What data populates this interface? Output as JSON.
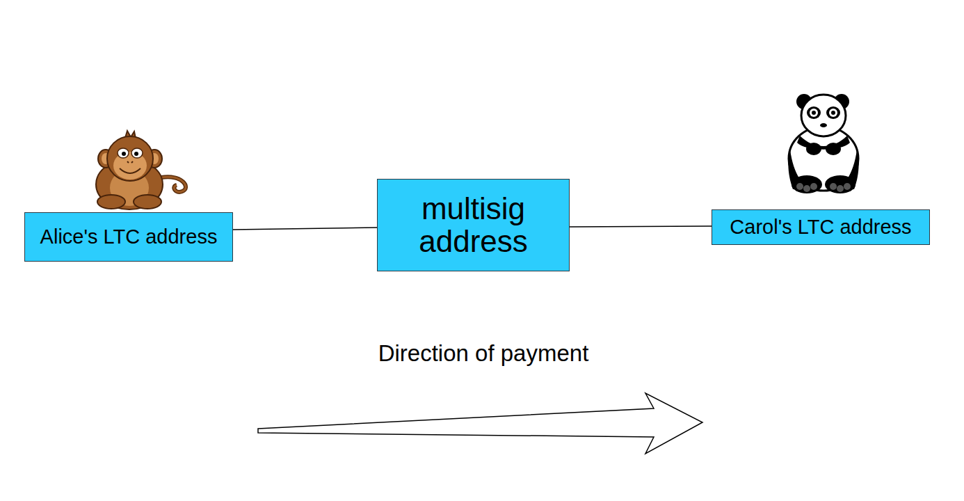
{
  "diagram": {
    "nodes": [
      {
        "text": [
          "Alice's LTC address"
        ]
      },
      {
        "text": [
          "multisig address"
        ]
      },
      {
        "text": [
          "Carol's LTC address"
        ]
      }
    ],
    "edges": [
      {
        "from": 0,
        "to": 1,
        "arrow": "none"
      },
      {
        "from": 1,
        "to": 2,
        "arrow": "none"
      }
    ],
    "labels": [
      "Direction of payment"
    ]
  }
}
